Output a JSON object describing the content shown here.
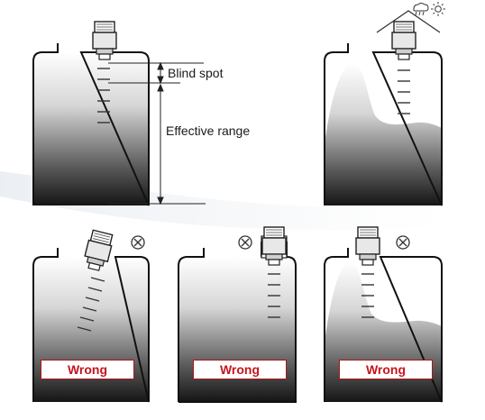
{
  "labels": {
    "blind_spot": "Blind spot",
    "effective_range": "Effective range"
  },
  "panels": [
    {
      "id": "correct-install",
      "status": ""
    },
    {
      "id": "sunshade-install",
      "status": ""
    },
    {
      "id": "tilted-sensor",
      "status": "Wrong"
    },
    {
      "id": "sensor-in-nozzle",
      "status": "Wrong"
    },
    {
      "id": "sensor-above-material-flow",
      "status": "Wrong"
    }
  ],
  "colors": {
    "tank_fill_top": "#ffffff",
    "tank_fill_bottom": "#1a1a1a",
    "outline": "#111111",
    "wrong_text": "#c8141b",
    "wrong_border": "#b01418"
  },
  "icons": [
    "sensor-icon",
    "prohibited-icon",
    "weather-icon"
  ]
}
